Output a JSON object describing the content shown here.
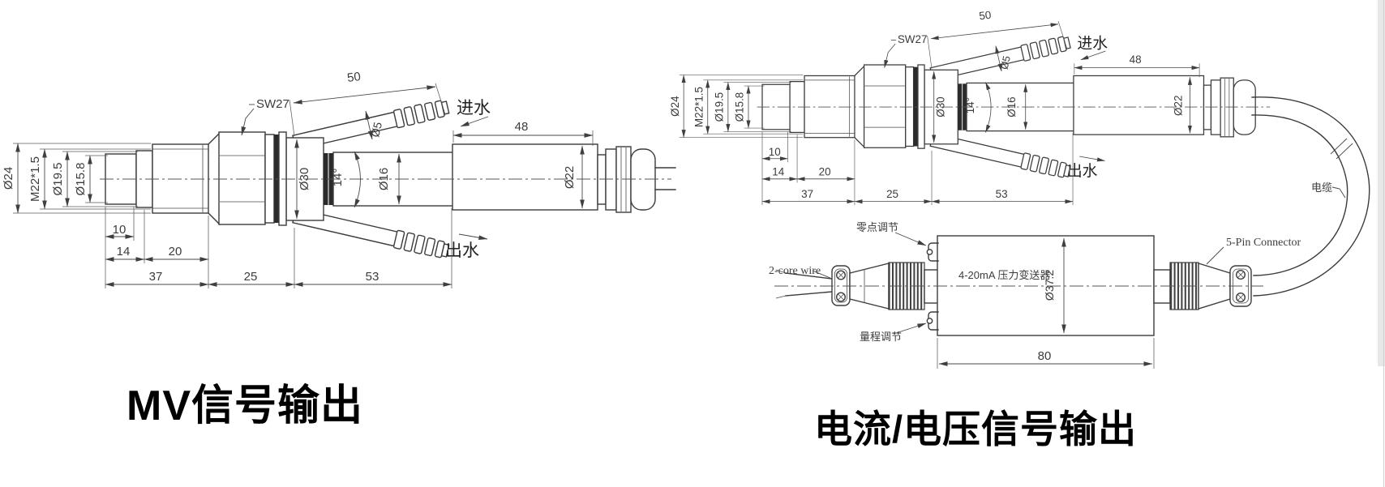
{
  "figures": {
    "left": {
      "title": "MV信号输出"
    },
    "right": {
      "title": "电流/电压信号输出"
    }
  },
  "sensor": {
    "sw27": "SW27",
    "dia24": "Ø24",
    "thread": "M22*1.5",
    "dia19_5": "Ø19.5",
    "dia15_8": "Ø15.8",
    "len10": "10",
    "len14": "14",
    "len20": "20",
    "len37": "37",
    "len25": "25",
    "len53": "53",
    "len50": "50",
    "dia5": "Ø5",
    "dia30": "Ø30",
    "angle": "14°",
    "dia16": "Ø16",
    "len48": "48",
    "dia22": "Ø22",
    "water_in": "进水",
    "water_out": "出水"
  },
  "transmitter": {
    "zero_adjust": "零点调节",
    "range_adjust": "量程调节",
    "two_core_wire": "2-core wire",
    "box_label": "4-20mA 压力变送器",
    "dia37_2": "Ø37.2",
    "len80": "80",
    "five_pin": "5-Pin Connector",
    "cable": "电缆"
  }
}
